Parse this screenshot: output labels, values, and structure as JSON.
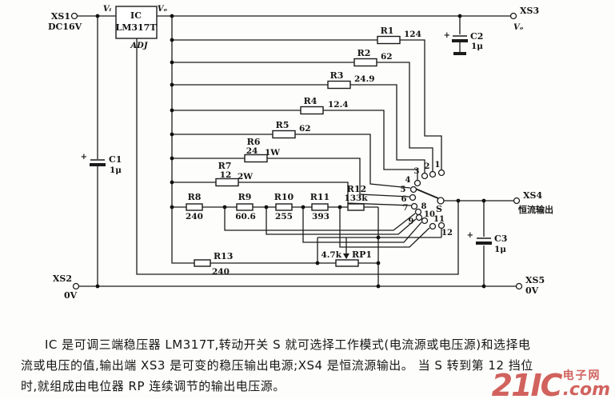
{
  "terminals": {
    "xs1": {
      "name": "XS1",
      "value": "DC16V"
    },
    "xs2": {
      "name": "XS2",
      "value": "0V"
    },
    "xs3": {
      "name": "XS3",
      "value": "Vₒ"
    },
    "xs4": {
      "name": "XS4",
      "value": "恒流输出"
    },
    "xs5": {
      "name": "XS5",
      "value": "0V"
    }
  },
  "ic": {
    "ref": "IC",
    "part": "LM317T",
    "pin_in": "Vᵢ",
    "pin_out": "Vₒ",
    "pin_adj": "ADJ"
  },
  "resistors": [
    {
      "ref": "R1",
      "value": "124"
    },
    {
      "ref": "R2",
      "value": "62"
    },
    {
      "ref": "R3",
      "value": "24.9"
    },
    {
      "ref": "R4",
      "value": "12.4"
    },
    {
      "ref": "R5",
      "value": "62"
    },
    {
      "ref": "R6",
      "value": "24",
      "power": "1W"
    },
    {
      "ref": "R7",
      "value": "12",
      "power": "2W"
    },
    {
      "ref": "R8",
      "value": "240"
    },
    {
      "ref": "R9",
      "value": "60.6"
    },
    {
      "ref": "R10",
      "value": "255"
    },
    {
      "ref": "R11",
      "value": "393"
    },
    {
      "ref": "R12",
      "value": "133k"
    },
    {
      "ref": "R13",
      "value": "240"
    }
  ],
  "potentiometer": {
    "ref": "RP1",
    "value": "4.7k"
  },
  "capacitors": [
    {
      "ref": "C1",
      "value": "1μ",
      "polarity": "+"
    },
    {
      "ref": "C2",
      "value": "1μ",
      "polarity": "+"
    },
    {
      "ref": "C3",
      "value": "1μ",
      "polarity": "+"
    }
  ],
  "switch": {
    "label": "S",
    "contacts": [
      "1",
      "2",
      "3",
      "4",
      "5",
      "6",
      "7",
      "8",
      "9",
      "10",
      "11",
      "12"
    ]
  },
  "caption": {
    "line1": "IC 是可调三端稳压器 LM317T,转动开关 S 就可选择工作模式(电流源或电压源)和选择电",
    "line2": "流或电压的值,输出端 XS3 是可变的稳压输出电源;XS4 是恒流源输出。 当 S 转到第 12 挡位",
    "line3": "时,就组成由电位器 RP 连续调节的输出电压源。"
  },
  "watermark": {
    "brand": "21IC",
    "domain": ".com",
    "tagline": "电子网"
  }
}
